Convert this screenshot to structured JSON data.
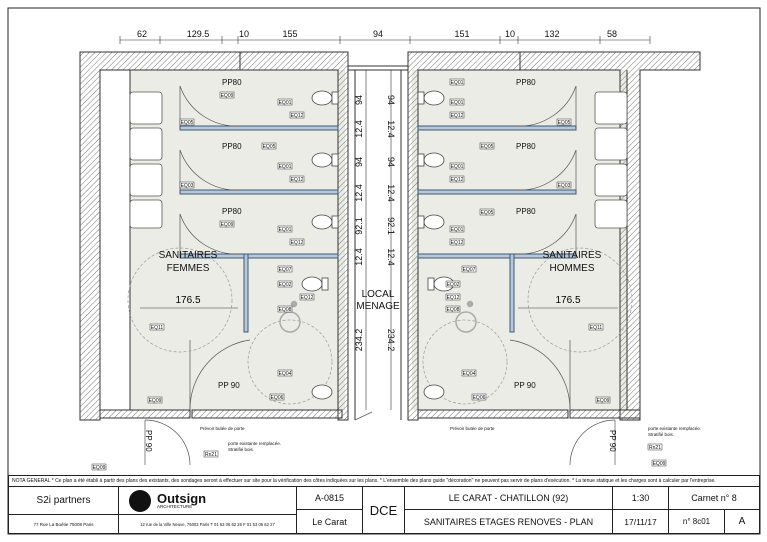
{
  "dimensions_top": [
    "62",
    "129.5",
    "10",
    "155",
    "94",
    "151",
    "10",
    "132",
    "58"
  ],
  "dimensions_vertical": [
    "94",
    "12.4",
    "94",
    "12.4",
    "92.1",
    "12.4",
    "234.2"
  ],
  "dimension_176": "176.5",
  "door_labels": [
    "PP80",
    "PP 90",
    "PP 90"
  ],
  "room_labels": {
    "women_1": "SANITAIRES",
    "women_2": "FEMMES",
    "men_1": "SANITAIRES",
    "men_2": "HOMMES",
    "local_1": "LOCAL",
    "local_2": "MENAGE"
  },
  "equipment_tags": [
    "EQ09",
    "EQ01",
    "EQ12",
    "EQ05",
    "EQ03",
    "EQ11",
    "EQ07",
    "EQ02",
    "EQ04",
    "EQ06",
    "EQ08",
    "EQ10",
    "EQ13"
  ],
  "notes": {
    "butee_left": "Prévoir butée de porte",
    "butee_mid": "Prévoir butée de porte",
    "porte_left_1": "porte existante remplacée.",
    "porte_left_2": "Stratifié bois.",
    "porte_right_1": "porte existante remplacée.",
    "porte_right_2": "Stratifié bois.",
    "rn_left": "Rn21",
    "rn_right": "Rn21"
  },
  "general_note": "NOTA GENERAL * Ce plan a été établi à partir des plans des existants, des sondages seront à effectuer sur site pour la vérification des côtes indiquées sur les plans. * L'ensemble des plans guide \"décoration\" ne peuvent pas servir de plans d'exécution. * La tenue statique et les charges sont à calculer par l'entreprise.",
  "title_block": {
    "company": "S2i partners",
    "company_address": "77 Rue La Boétie 75008 Paris",
    "brand": "Outsign",
    "brand_sub": "ARCHITECTURE",
    "brand_address": "12 rue de la Ville Neuve, 75002 Paris T 01 53 06 62 26 F 01 53 06 62 27",
    "project_code": "A-0815",
    "project_name": "Le Carat",
    "phase": "DCE",
    "project_title": "LE CARAT - CHATILLON (92)",
    "sheet_title": "SANITAIRES ETAGES RENOVES - PLAN",
    "scale": "1:30",
    "date": "17/11/17",
    "carnet": "Carnet n° 8",
    "sheet_number": "n° 8c01",
    "revision": "A"
  }
}
